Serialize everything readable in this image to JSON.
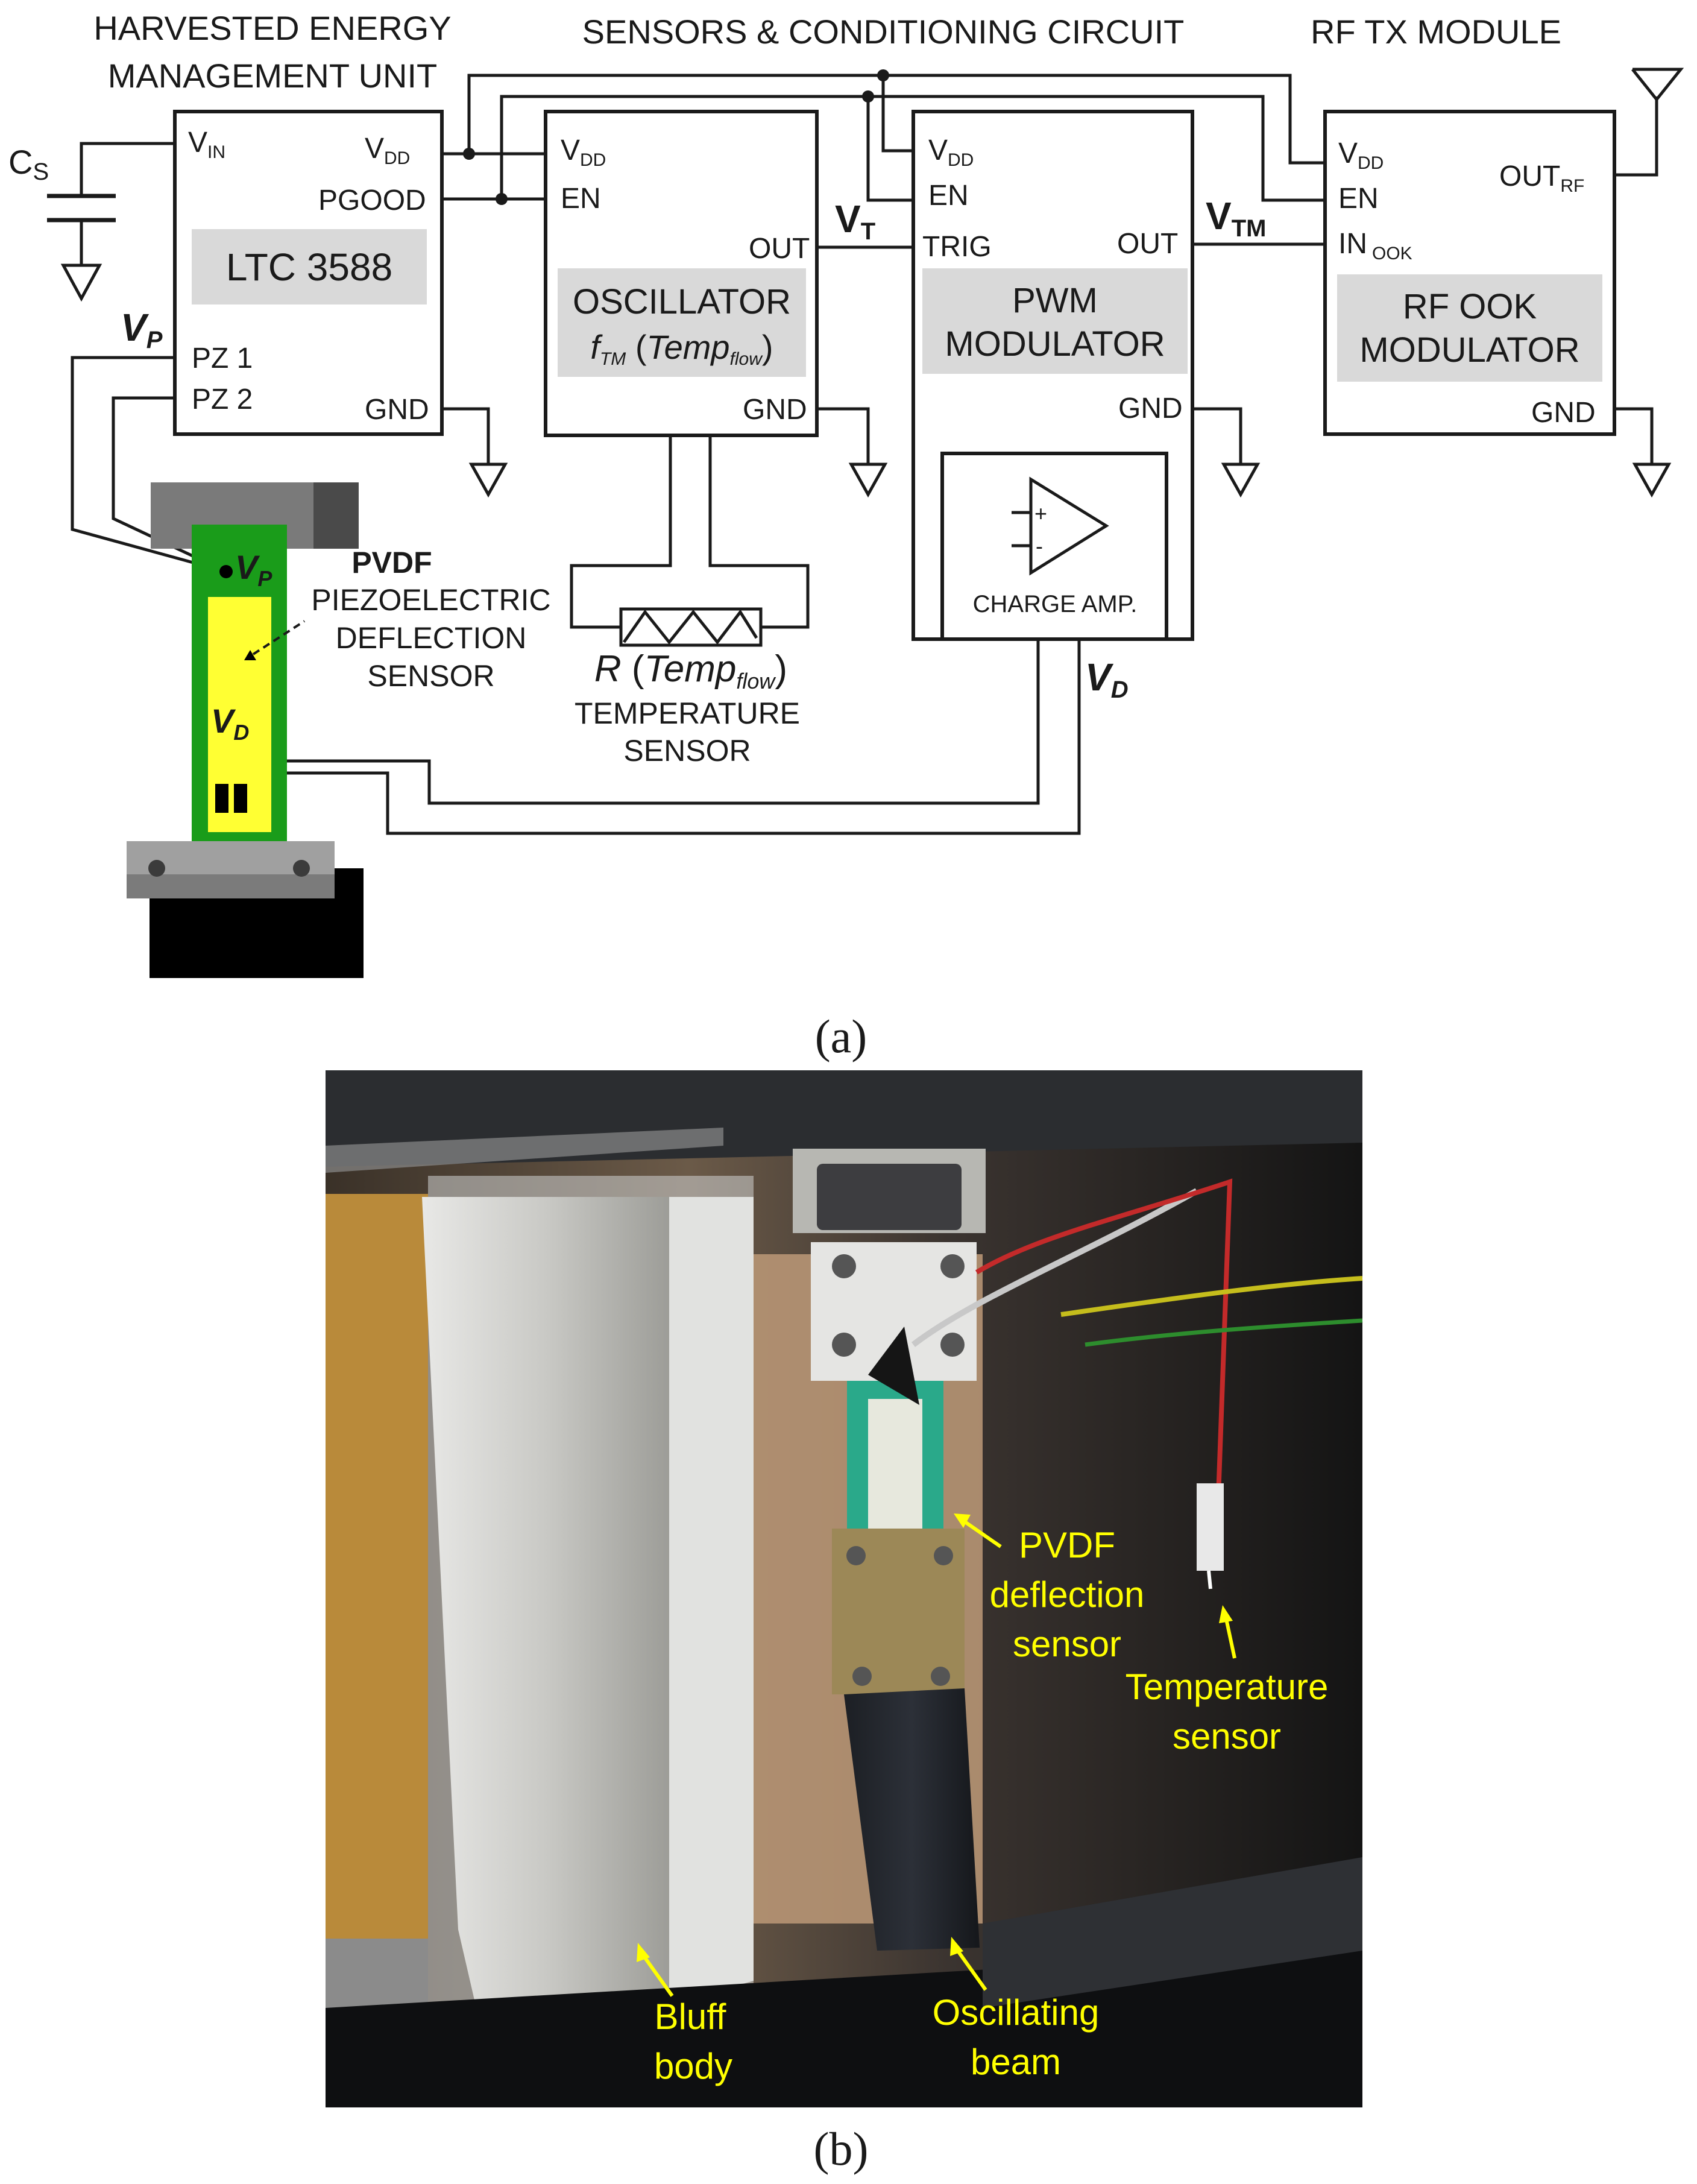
{
  "headers": {
    "harvest_line1": "HARVESTED ENERGY",
    "harvest_line2": "MANAGEMENT UNIT",
    "sensors": "SENSORS  & CONDITIONING CIRCUIT",
    "rf": "RF TX MODULE"
  },
  "cap": {
    "label": "C",
    "sub": "S"
  },
  "ltc": {
    "name": "LTC 3588",
    "vin": "V",
    "vin_sub": "IN",
    "vdd": "V",
    "vdd_sub": "DD",
    "pgood": "PGOOD",
    "pz1": "PZ 1",
    "pz2": "PZ 2",
    "gnd": "GND"
  },
  "osc": {
    "vdd": "V",
    "vdd_sub": "DD",
    "en": "EN",
    "out": "OUT",
    "gnd": "GND",
    "title": "OSCILLATOR",
    "f": "f",
    "f_sub": "TM",
    "open": " (",
    "temp": "Temp",
    "temp_sub": "flow",
    "close": ")"
  },
  "pwm": {
    "vdd": "V",
    "vdd_sub": "DD",
    "en": "EN",
    "trig": "TRIG",
    "out": "OUT",
    "gnd": "GND",
    "title1": "PWM",
    "title2": "MODULATOR",
    "charge": "CHARGE AMP.",
    "plus": "+",
    "minus": "-"
  },
  "rfm": {
    "vdd": "V",
    "vdd_sub": "DD",
    "en": "EN",
    "out": "OUT",
    "out_sub": "RF",
    "in": "IN",
    "in_sub": "OOK",
    "gnd": "GND",
    "title1": "RF OOK",
    "title2": "MODULATOR"
  },
  "signals": {
    "vt": "V",
    "vt_sub": "T",
    "vtm": "V",
    "vtm_sub": "TM",
    "vp": "V",
    "vp_sub": "P",
    "vd": "V",
    "vd_sub": "D"
  },
  "pvdf": {
    "line1": "PVDF",
    "line2": "PIEZOELECTRIC",
    "line3": "DEFLECTION",
    "line4": "SENSOR"
  },
  "temp_sensor": {
    "r": "R",
    "open": " (",
    "temp": "Temp",
    "temp_sub": "flow",
    "close": ")",
    "line1": "TEMPERATURE",
    "line2": "SENSOR"
  },
  "captions": {
    "a": "(a)",
    "b": "(b)"
  },
  "photo": {
    "pvdf1": "PVDF",
    "pvdf2": "deflection",
    "pvdf3": "sensor",
    "temp1": "Temperature",
    "temp2": "sensor",
    "bluff1": "Bluff",
    "bluff2": "body",
    "beam1": "Oscillating",
    "beam2": "beam"
  },
  "colors": {
    "annotation_yellow": "#ffff00",
    "beam_green": "#1a9c1a",
    "pvdf_yellow": "#ffff33"
  }
}
